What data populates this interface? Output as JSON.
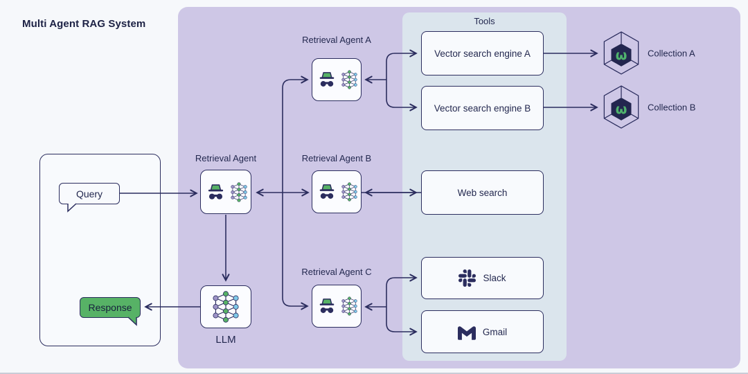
{
  "title": "Multi Agent RAG System",
  "colors": {
    "navy": "#2b2d5e",
    "text": "#23284f",
    "panel_purple": "#cec7e6",
    "panel_tools": "#dbe5ed",
    "background": "#f6f8fb",
    "box_fill": "#fbfcff",
    "green": "#57b266",
    "node_cyan": "#7fc9e8",
    "node_lavender": "#9d93c6"
  },
  "left_flow": {
    "query_label": "Query",
    "response_label": "Response"
  },
  "agents": {
    "main": {
      "label": "Retrieval Agent",
      "icon": "incognito-agent-icon neural-network-icon"
    },
    "a": {
      "label": "Retrieval Agent A",
      "icon": "incognito-agent-icon neural-network-icon"
    },
    "b": {
      "label": "Retrieval Agent B",
      "icon": "incognito-agent-icon neural-network-icon"
    },
    "c": {
      "label": "Retrieval Agent C",
      "icon": "incognito-agent-icon neural-network-icon"
    }
  },
  "llm": {
    "label": "LLM",
    "icon": "neural-network-icon"
  },
  "tools_panel": {
    "title": "Tools",
    "items": [
      {
        "label": "Vector search engine A"
      },
      {
        "label": "Vector search engine B"
      },
      {
        "label": "Web search"
      },
      {
        "label": "Slack",
        "icon": "slack-icon"
      },
      {
        "label": "Gmail",
        "icon": "gmail-icon"
      }
    ]
  },
  "collections": [
    {
      "label": "Collection A",
      "icon": "weaviate-hexagon-icon"
    },
    {
      "label": "Collection B",
      "icon": "weaviate-hexagon-icon"
    }
  ]
}
